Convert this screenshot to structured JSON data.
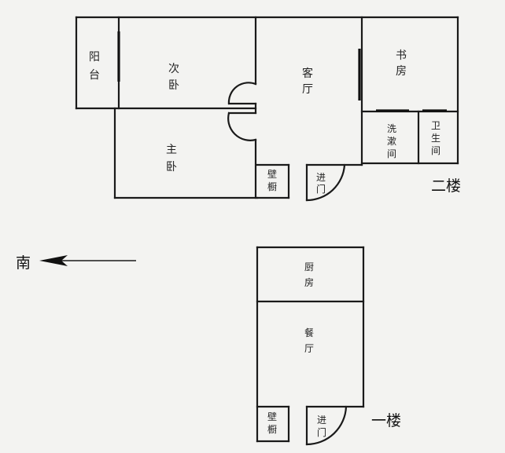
{
  "floor2": {
    "label": "二楼",
    "rooms": {
      "balcony": [
        "阳",
        "台"
      ],
      "second_bedroom": [
        "次",
        "卧"
      ],
      "master_bedroom": [
        "主",
        "卧"
      ],
      "living_room": [
        "客",
        "厅"
      ],
      "study": [
        "书",
        "房"
      ],
      "washroom": [
        "洗",
        "漱",
        "间"
      ],
      "toilet": [
        "卫",
        "生",
        "间"
      ],
      "cabinet": [
        "壁",
        "橱"
      ],
      "entrance": [
        "进",
        "门"
      ]
    }
  },
  "floor1": {
    "label": "一楼",
    "rooms": {
      "kitchen": [
        "厨",
        "房"
      ],
      "dining_room": [
        "餐",
        "厅"
      ],
      "cabinet": [
        "壁",
        "橱"
      ],
      "entrance": [
        "进",
        "门"
      ]
    }
  },
  "compass": {
    "label": "南"
  }
}
